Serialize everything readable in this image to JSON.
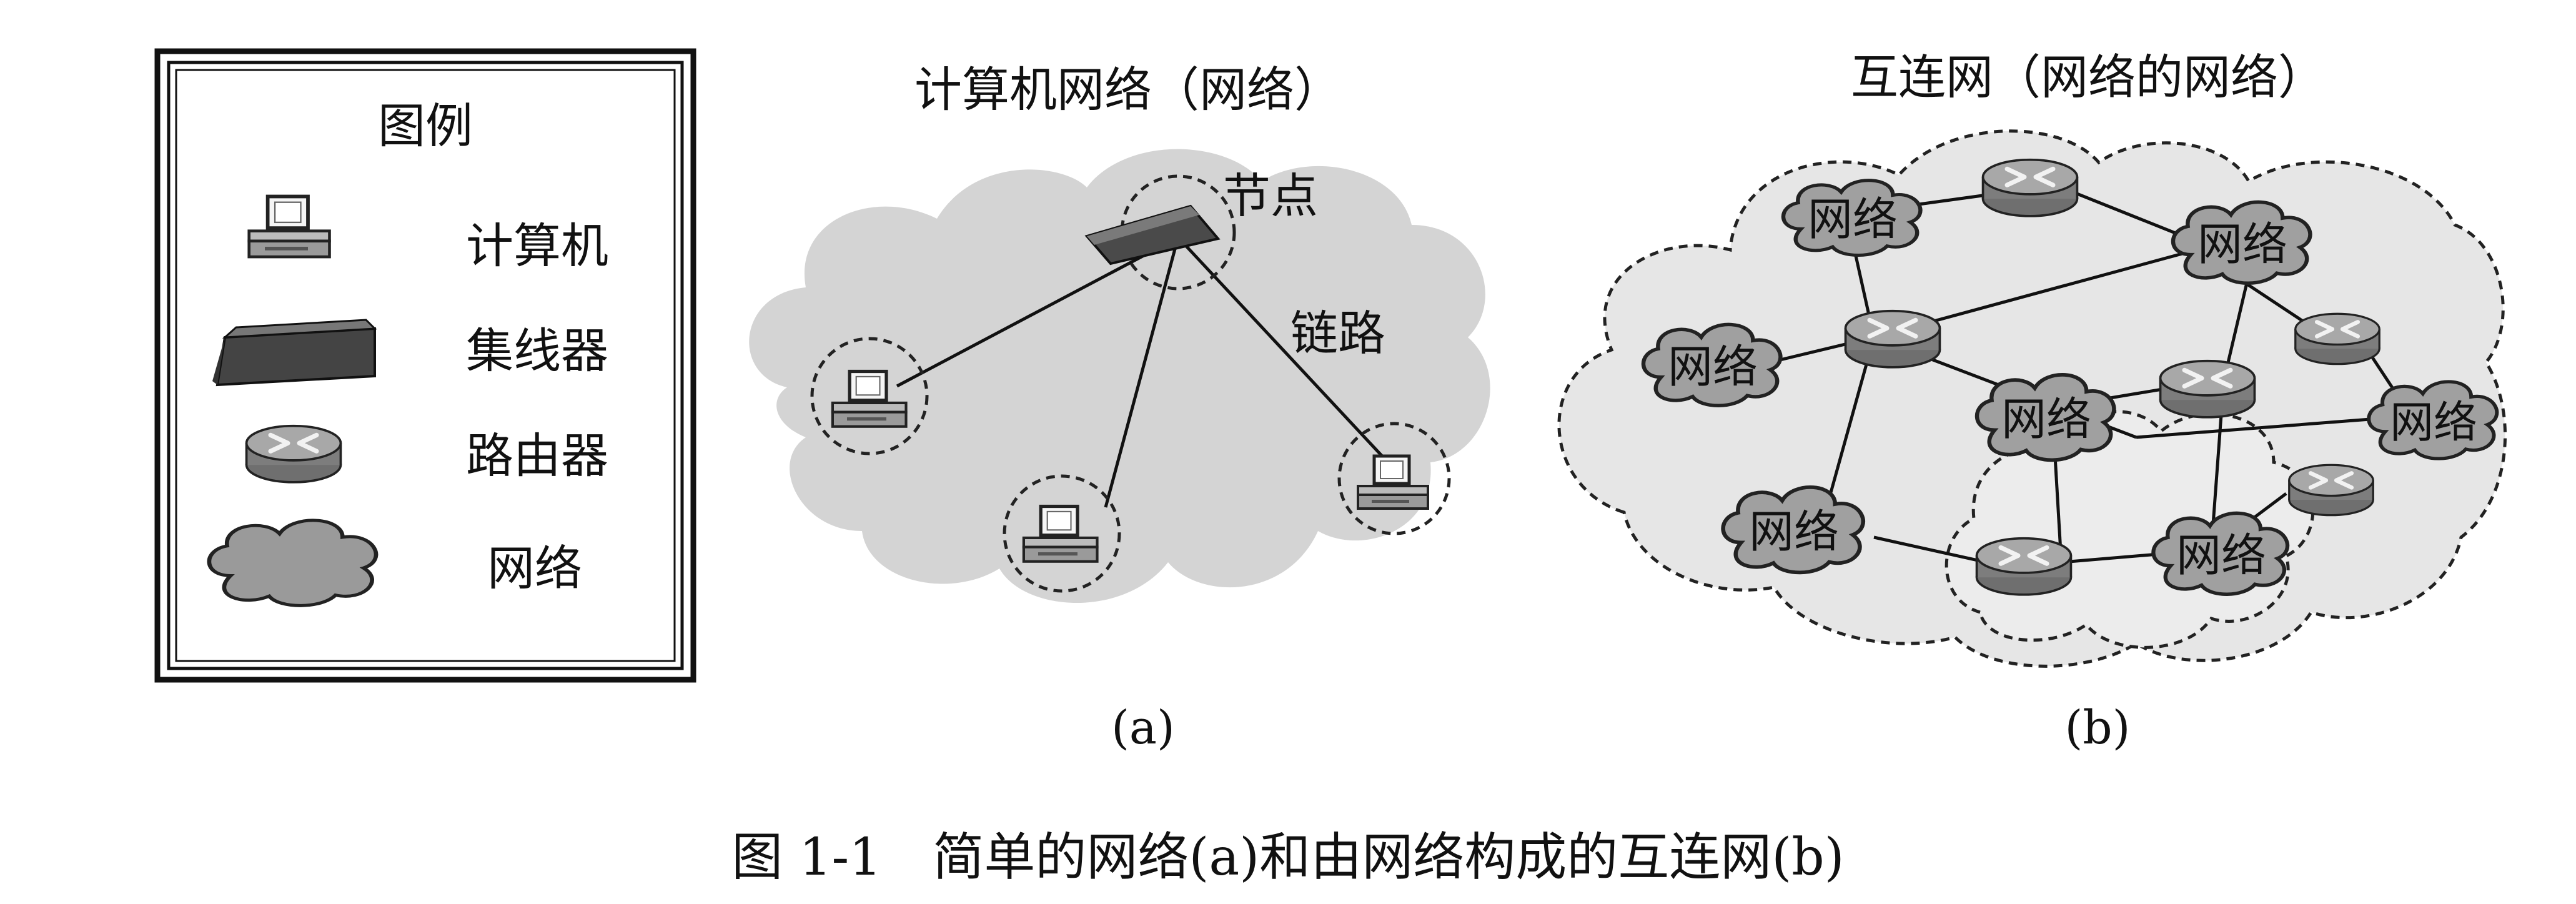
{
  "legend": {
    "title": "图例",
    "items": [
      {
        "icon": "computer-icon",
        "label": "计算机"
      },
      {
        "icon": "hub-icon",
        "label": "集线器"
      },
      {
        "icon": "router-icon",
        "label": "路由器"
      },
      {
        "icon": "network-cloud-icon",
        "label": "网络"
      }
    ]
  },
  "diagram_a": {
    "title": "计算机网络（网络）",
    "node_label": "节点",
    "link_label": "链路",
    "caption": "(a)"
  },
  "diagram_b": {
    "title": "互连网（网络的网络）",
    "network_label": "网络",
    "caption": "(b)"
  },
  "figure_caption": "图 1-1　简单的网络(a)和由网络构成的互连网(b)",
  "colors": {
    "cloud_fill": "#d9d9d9",
    "hub_fill": "#555555",
    "router_fill": "#8a8a8a",
    "ink": "#111111"
  }
}
